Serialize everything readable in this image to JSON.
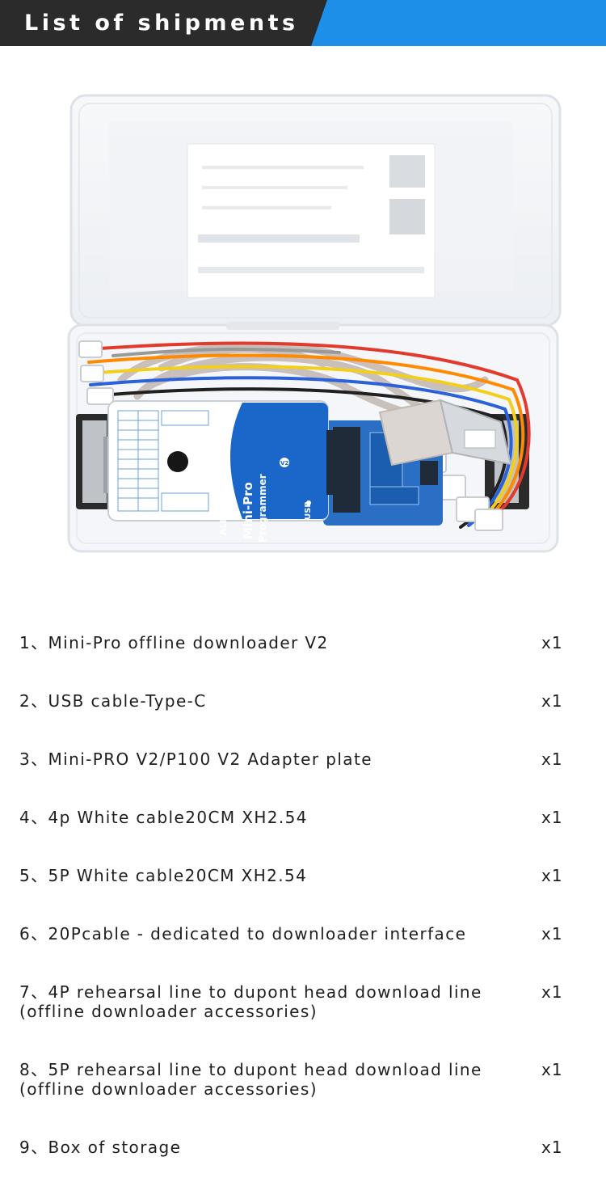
{
  "header": {
    "title": "List of shipments",
    "colors": {
      "dark": "#2b2b2b",
      "accent": "#1e8fe8"
    }
  },
  "photo": {
    "device_brand": "ALIENTEK",
    "device_name": "Mini-Pro",
    "device_subtitle": "Programmer",
    "device_port_label": "USB",
    "device_version_badge": "V2"
  },
  "shipments": [
    {
      "name": "1、Mini-Pro offline downloader V2",
      "qty": "x1"
    },
    {
      "name": "2、USB cable-Type-C",
      "qty": "x1"
    },
    {
      "name": "3、Mini-PRO V2/P100 V2 Adapter plate",
      "qty": "x1"
    },
    {
      "name": "4、4p White cable20CM XH2.54",
      "qty": "x1"
    },
    {
      "name": "5、5P White cable20CM XH2.54",
      "qty": "x1"
    },
    {
      "name": "6、20Pcable - dedicated to downloader interface",
      "qty": "x1"
    },
    {
      "name": "7、4P rehearsal line to dupont head download line\n(offline downloader accessories)",
      "qty": "x1"
    },
    {
      "name": "8、5P rehearsal line to dupont head download line\n(offline downloader accessories)",
      "qty": "x1"
    },
    {
      "name": "9、Box of storage",
      "qty": "x1"
    }
  ]
}
